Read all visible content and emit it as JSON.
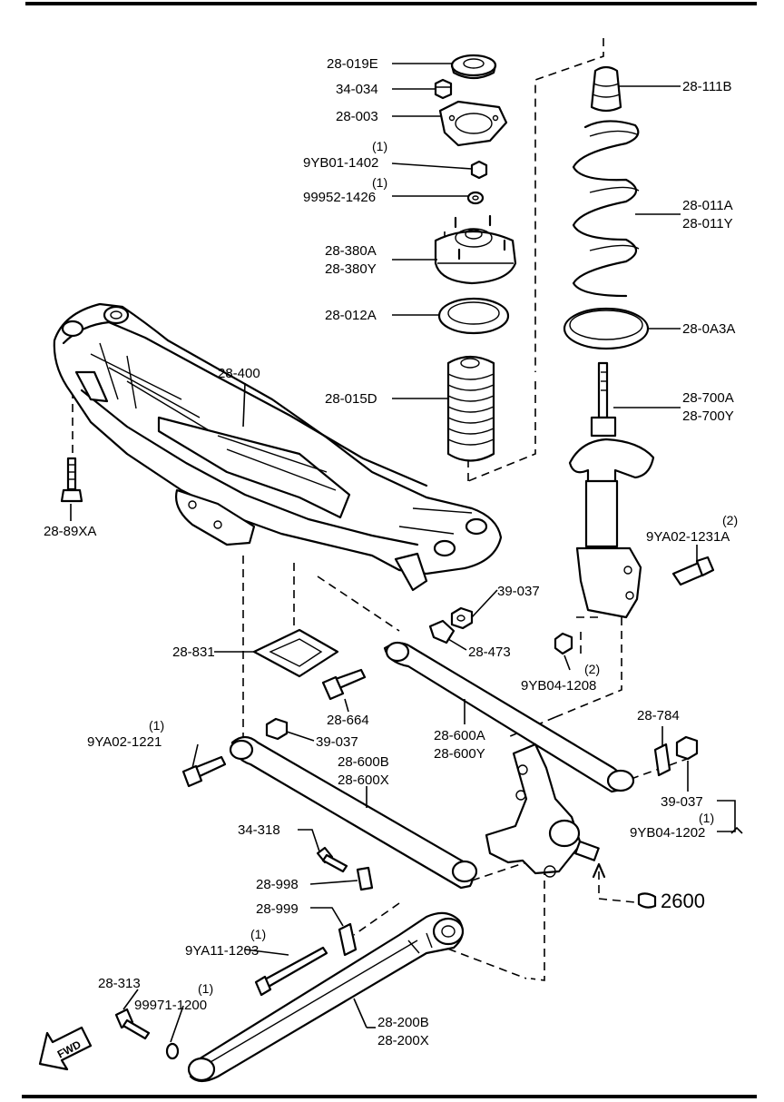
{
  "diagram": {
    "parts": {
      "p28_019E": "28-019E",
      "p34_034": "34-034",
      "p28_003": "28-003",
      "p9YB01_qty": "(1)",
      "p9YB01": "9YB01-1402",
      "p99952_qty": "(1)",
      "p99952": "99952-1426",
      "p28_380A": "28-380A",
      "p28_380Y": "28-380Y",
      "p28_012A": "28-012A",
      "p28_015D": "28-015D",
      "p28_111B": "28-111B",
      "p28_011A": "28-011A",
      "p28_011Y": "28-011Y",
      "p28_0A3A": "28-0A3A",
      "p28_700A": "28-700A",
      "p28_700Y": "28-700Y",
      "p9YA02_1231_qty": "(2)",
      "p9YA02_1231": "9YA02-1231A",
      "p28_400": "28-400",
      "p28_89XA": "28-89XA",
      "p39_037_a": "39-037",
      "p28_473": "28-473",
      "p9YB04_1208_qty": "(2)",
      "p9YB04_1208": "9YB04-1208",
      "p28_831": "28-831",
      "p28_664": "28-664",
      "p9YA02_1221_qty": "(1)",
      "p9YA02_1221": "9YA02-1221",
      "p39_037_b": "39-037",
      "p28_600A": "28-600A",
      "p28_600Y": "28-600Y",
      "p28_600B": "28-600B",
      "p28_600X": "28-600X",
      "p28_784": "28-784",
      "p39_037_c": "39-037",
      "p9YB04_1202_qty": "(1)",
      "p9YB04_1202": "9YB04-1202",
      "p34_318": "34-318",
      "p28_998": "28-998",
      "p28_999": "28-999",
      "p9YA11_qty": "(1)",
      "p9YA11": "9YA11-1203",
      "p28_313": "28-313",
      "p99971_qty": "(1)",
      "p99971": "99971-1200",
      "p28_200B": "28-200B",
      "p28_200X": "28-200X"
    },
    "ref_2600": "2600",
    "fwd": "FWD"
  }
}
